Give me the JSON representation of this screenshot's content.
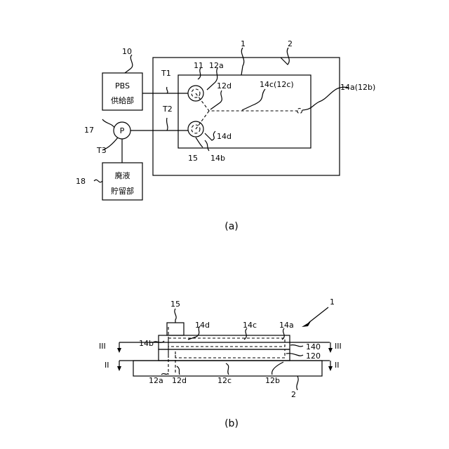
{
  "panel_a": {
    "caption": "(a)",
    "labels": {
      "n1": "1",
      "n2": "2",
      "n10": "10",
      "n11": "11",
      "n12a": "12a",
      "n12d": "12d",
      "n14c": "14c(12c)",
      "n14a": "14a(12b)",
      "n14d": "14d",
      "n15": "15",
      "n14b": "14b",
      "n17": "17",
      "n18": "18",
      "t1": "T1",
      "t2": "T2",
      "t3": "T3",
      "pump": "P"
    },
    "pbs_box": {
      "line1": "PBS",
      "line2": "供給部"
    },
    "waste_box": {
      "line1": "廃液",
      "line2": "貯留部"
    }
  },
  "panel_b": {
    "caption": "(b)",
    "labels": {
      "n15": "15",
      "n14d": "14d",
      "n14c": "14c",
      "n14a": "14a",
      "n1": "1",
      "n14b": "14b",
      "n140": "140",
      "n120": "120",
      "n12a": "12a",
      "n12d": "12d",
      "n12c": "12c",
      "n12b": "12b",
      "n2": "2",
      "III_l": "III",
      "III_r": "III",
      "II_l": "II",
      "II_r": "II"
    }
  }
}
